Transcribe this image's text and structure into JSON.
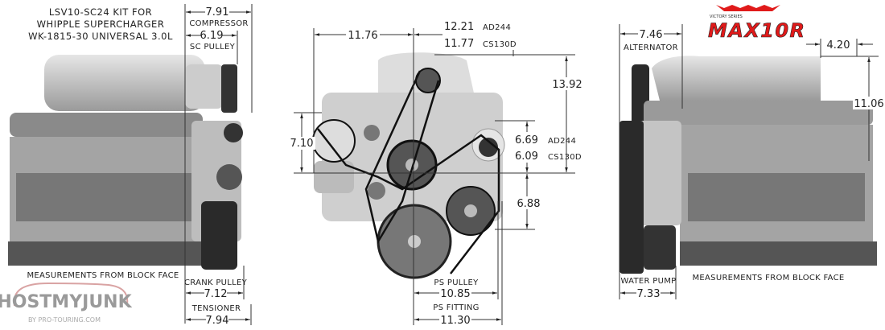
{
  "left_view": {
    "title_lines": [
      "LSV10-SC24 KIT FOR",
      "WHIPPLE SUPERCHARGER",
      "WK-1815-30 UNIVERSAL 3.0L"
    ],
    "dims": {
      "compressor": {
        "value": "7.91",
        "label": "COMPRESSOR"
      },
      "sc_pulley": {
        "value": "6.19",
        "label": "SC PULLEY"
      },
      "crank_pulley": {
        "value": "7.12",
        "label": "CRANK PULLEY"
      },
      "tensioner": {
        "value": "7.94",
        "label": "TENSIONER"
      }
    },
    "note": "MEASUREMENTS FROM BLOCK FACE"
  },
  "front_view": {
    "dims": {
      "left_width": {
        "value": "11.76"
      },
      "right_width_ad244": {
        "value": "12.21",
        "label": "AD244"
      },
      "right_width_cs130d": {
        "value": "11.77",
        "label": "CS130D"
      },
      "height_top": {
        "value": "13.92"
      },
      "ac_height": {
        "value": "7.10"
      },
      "alt_height_ad244": {
        "value": "6.69",
        "label": "AD244"
      },
      "alt_height_cs130d": {
        "value": "6.09",
        "label": "CS130D"
      },
      "wp_drop": {
        "value": "6.88"
      },
      "ps_pulley": {
        "value": "10.85",
        "label": "PS PULLEY"
      },
      "ps_fitting": {
        "value": "11.30",
        "label": "PS FITTING"
      }
    }
  },
  "right_view": {
    "dims": {
      "alternator": {
        "value": "7.46",
        "label": "ALTERNATOR"
      },
      "rear_offset": {
        "value": "4.20"
      },
      "height": {
        "value": "11.06"
      },
      "water_pump": {
        "value": "7.33",
        "label": "WATER PUMP"
      }
    },
    "note": "MEASUREMENTS FROM BLOCK FACE"
  },
  "logos": {
    "brand": {
      "series": "VICTORY SERIES",
      "name": "MAX10R"
    },
    "watermark": {
      "name": "HOSTMYJUNK",
      "by": "BY PRO-TOURING.COM"
    }
  },
  "colors": {
    "logo_red": "#e01a1a",
    "watermark_red": "#d9a3a3",
    "engine_gray": "#b8b8b8"
  }
}
